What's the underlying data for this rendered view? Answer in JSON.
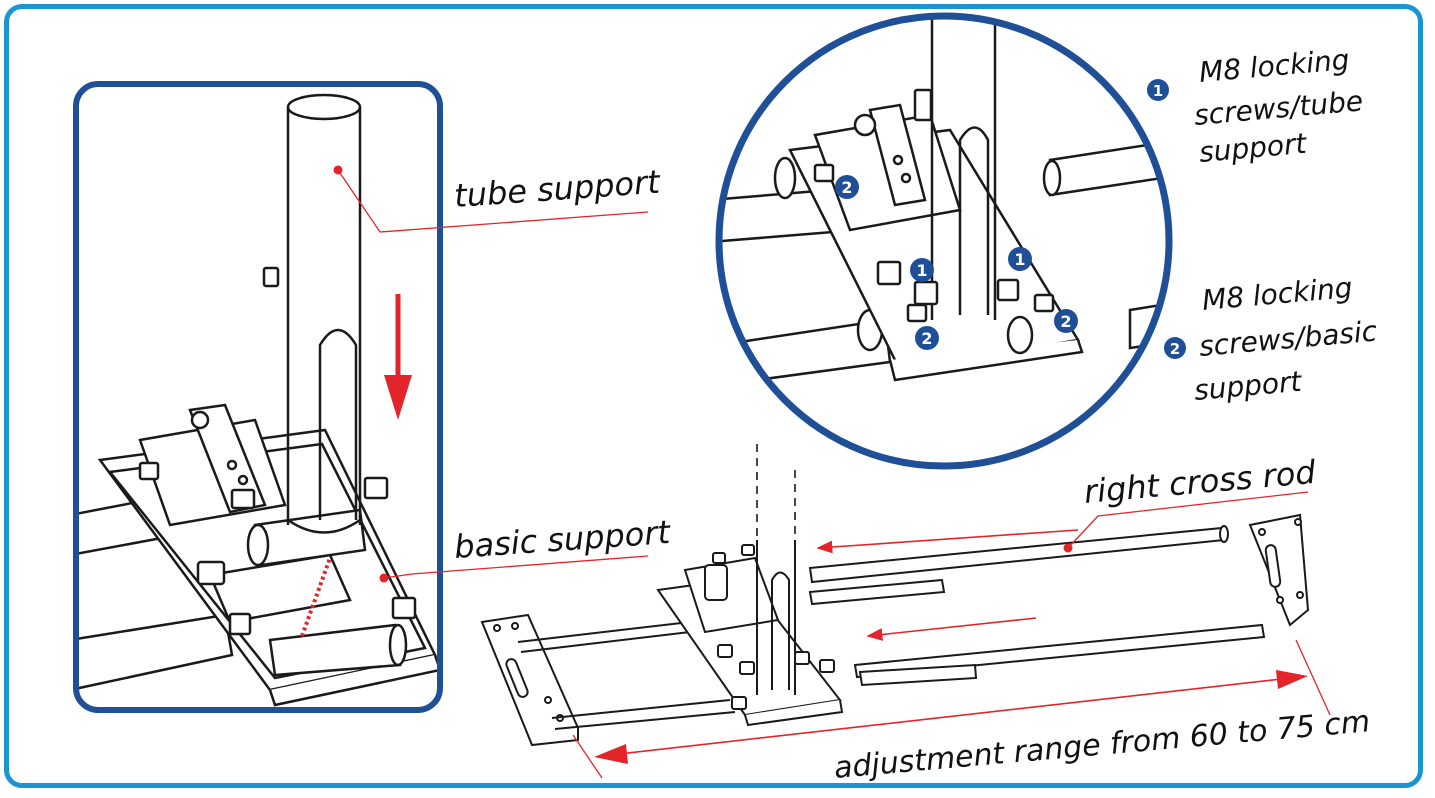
{
  "labels": {
    "tube_support": "tube support",
    "basic_support": "basic support",
    "right_cross_rod": "right cross rod",
    "adjustment_range": "adjustment range from 60 to 75 cm"
  },
  "legend": [
    {
      "number": "1",
      "line1": "M8 locking",
      "line2": "screws/tube",
      "line3": "support"
    },
    {
      "number": "2",
      "line1": "M8 locking",
      "line2": "screws/basic",
      "line3": "support"
    }
  ],
  "markers": {
    "one": "1",
    "two": "2"
  },
  "colors": {
    "frame": "#1b95d1",
    "inset_border": "#1f4f96",
    "accent_red": "#e3252b",
    "badge": "#1f4f96",
    "line_art": "#1a1a1a"
  }
}
